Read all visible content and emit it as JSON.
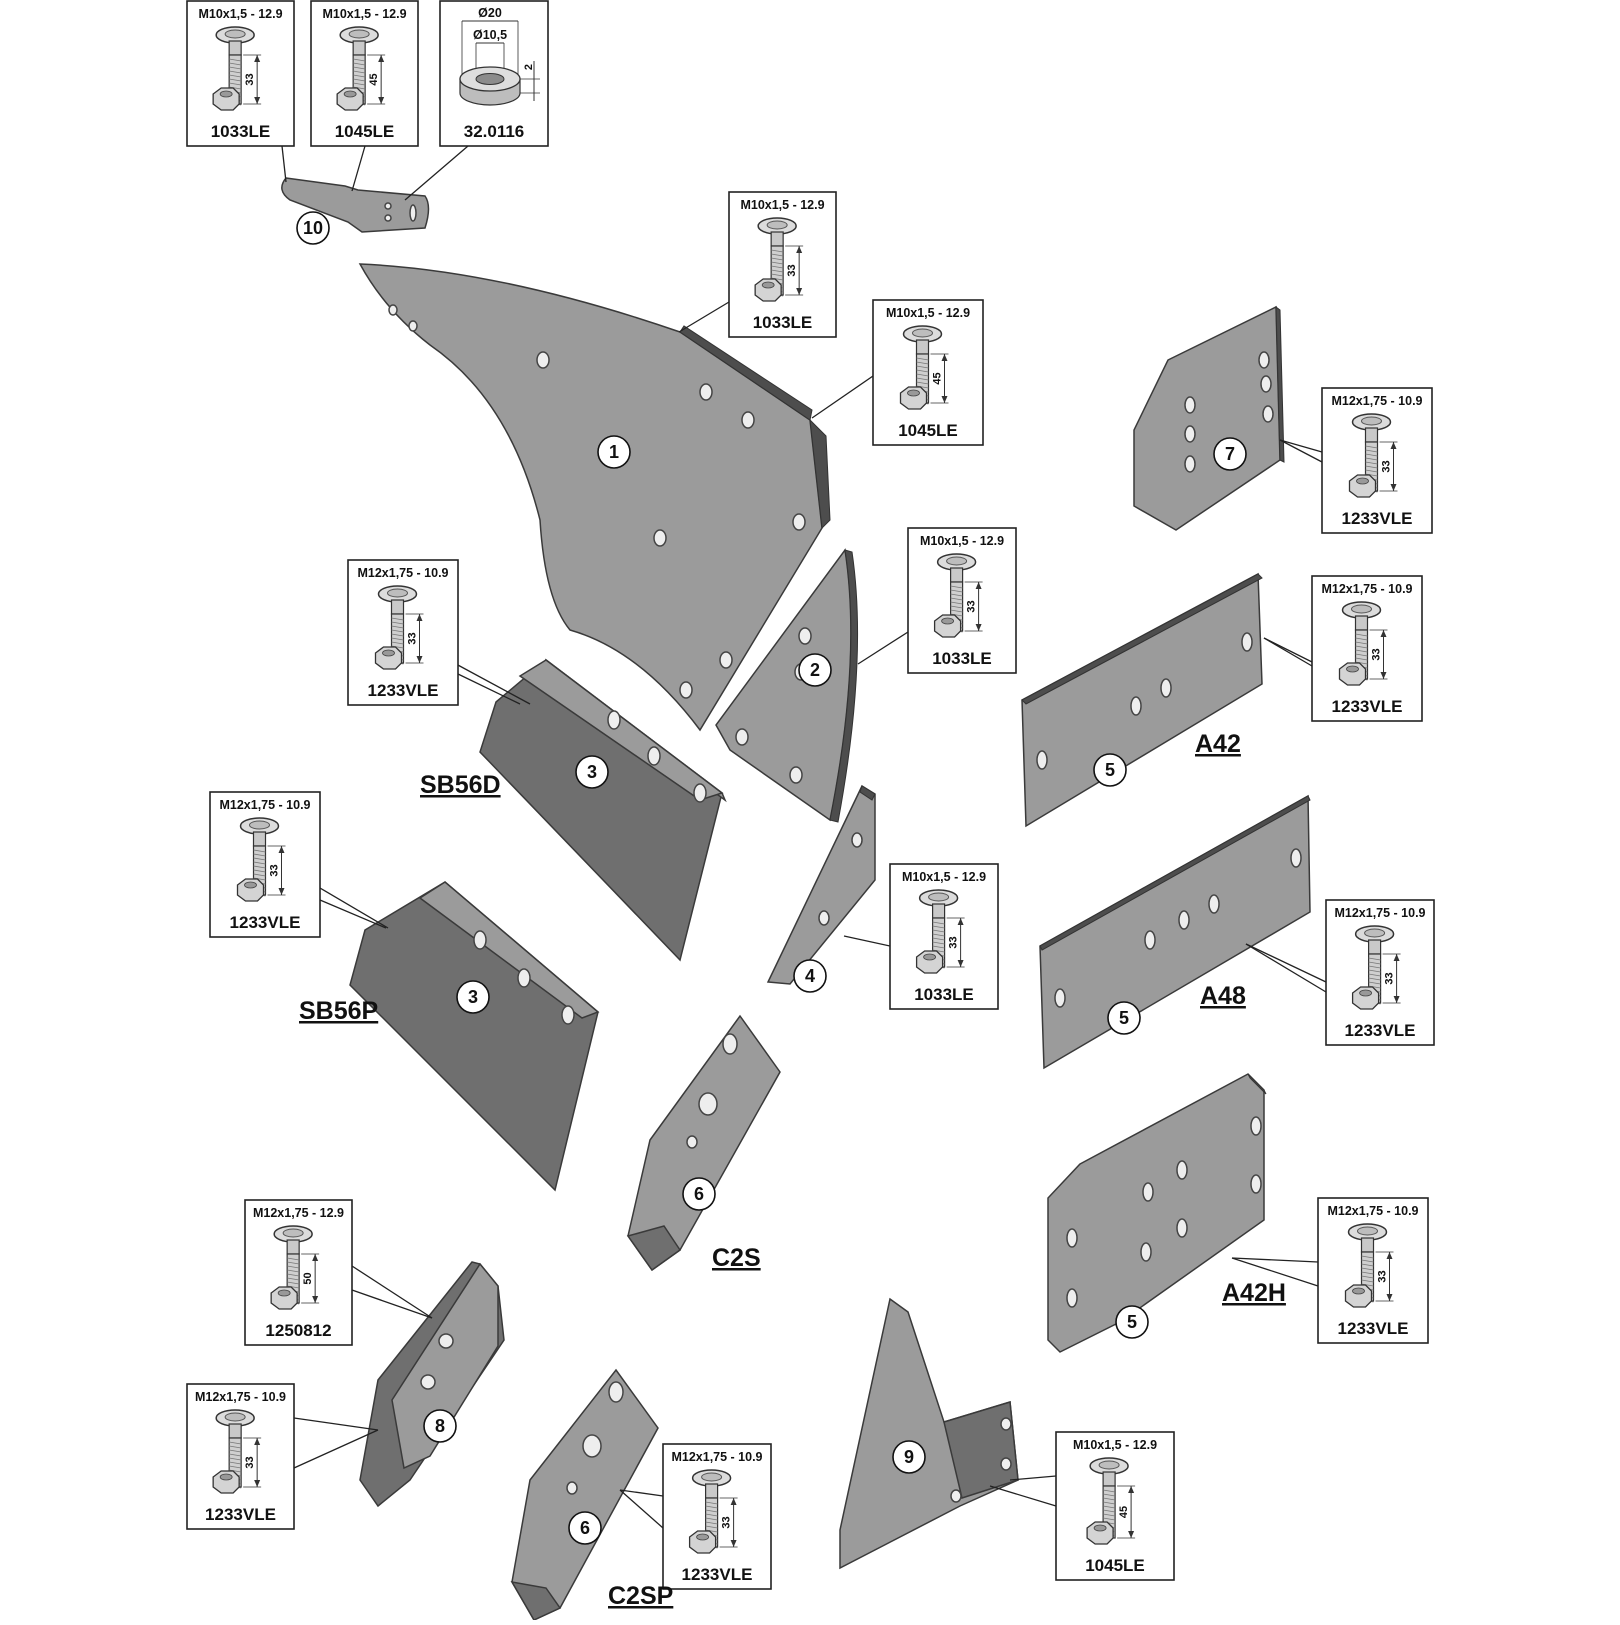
{
  "parts": [
    {
      "key": "p10",
      "number": "10"
    },
    {
      "key": "p1",
      "number": "1"
    },
    {
      "key": "p2",
      "number": "2"
    },
    {
      "key": "p3d",
      "number": "3",
      "model": "SB56D"
    },
    {
      "key": "p3p",
      "number": "3",
      "model": "SB56P"
    },
    {
      "key": "p4",
      "number": "4"
    },
    {
      "key": "p7",
      "number": "7"
    },
    {
      "key": "p5a",
      "number": "5",
      "model": "A42"
    },
    {
      "key": "p5b",
      "number": "5",
      "model": "A48"
    },
    {
      "key": "p5c",
      "number": "5",
      "model": "A42H"
    },
    {
      "key": "p6a",
      "number": "6",
      "model": "C2S"
    },
    {
      "key": "p6b",
      "number": "6",
      "model": "C2SP"
    },
    {
      "key": "p8",
      "number": "8"
    },
    {
      "key": "p9",
      "number": "9"
    }
  ],
  "callouts": [
    {
      "key": "c1",
      "type": "bolt",
      "spec": "M10x1,5 - 12.9",
      "length": "33",
      "code": "1033LE"
    },
    {
      "key": "c2",
      "type": "bolt",
      "spec": "M10x1,5 - 12.9",
      "length": "45",
      "code": "1045LE"
    },
    {
      "key": "c3",
      "type": "washer",
      "outer": "Ø20",
      "inner": "Ø10,5",
      "thickness": "2",
      "code": "32.0116"
    },
    {
      "key": "c4",
      "type": "bolt",
      "spec": "M10x1,5 - 12.9",
      "length": "33",
      "code": "1033LE"
    },
    {
      "key": "c5",
      "type": "bolt",
      "spec": "M10x1,5 - 12.9",
      "length": "45",
      "code": "1045LE"
    },
    {
      "key": "c6",
      "type": "bolt",
      "spec": "M12x1,75 - 10.9",
      "length": "33",
      "code": "1233VLE"
    },
    {
      "key": "c7",
      "type": "bolt",
      "spec": "M10x1,5 - 12.9",
      "length": "33",
      "code": "1033LE"
    },
    {
      "key": "c8",
      "type": "bolt",
      "spec": "M12x1,75 - 10.9",
      "length": "33",
      "code": "1233VLE"
    },
    {
      "key": "c9",
      "type": "bolt",
      "spec": "M12x1,75 - 10.9",
      "length": "33",
      "code": "1233VLE"
    },
    {
      "key": "c10",
      "type": "bolt",
      "spec": "M10x1,5 - 12.9",
      "length": "33",
      "code": "1033LE"
    },
    {
      "key": "c11",
      "type": "bolt",
      "spec": "M12x1,75 - 10.9",
      "length": "33",
      "code": "1233VLE"
    },
    {
      "key": "c12",
      "type": "bolt",
      "spec": "M12x1,75 - 10.9",
      "length": "33",
      "code": "1233VLE"
    },
    {
      "key": "c13",
      "type": "bolt",
      "spec": "M12x1,75 - 10.9",
      "length": "33",
      "code": "1233VLE"
    },
    {
      "key": "c14",
      "type": "bolt",
      "spec": "M12x1,75 - 12.9",
      "length": "50",
      "code": "1250812"
    },
    {
      "key": "c15",
      "type": "bolt",
      "spec": "M12x1,75 - 10.9",
      "length": "33",
      "code": "1233VLE"
    },
    {
      "key": "c16",
      "type": "bolt",
      "spec": "M12x1,75 - 10.9",
      "length": "33",
      "code": "1233VLE"
    },
    {
      "key": "c17",
      "type": "bolt",
      "spec": "M10x1,5 - 12.9",
      "length": "45",
      "code": "1045LE"
    }
  ]
}
